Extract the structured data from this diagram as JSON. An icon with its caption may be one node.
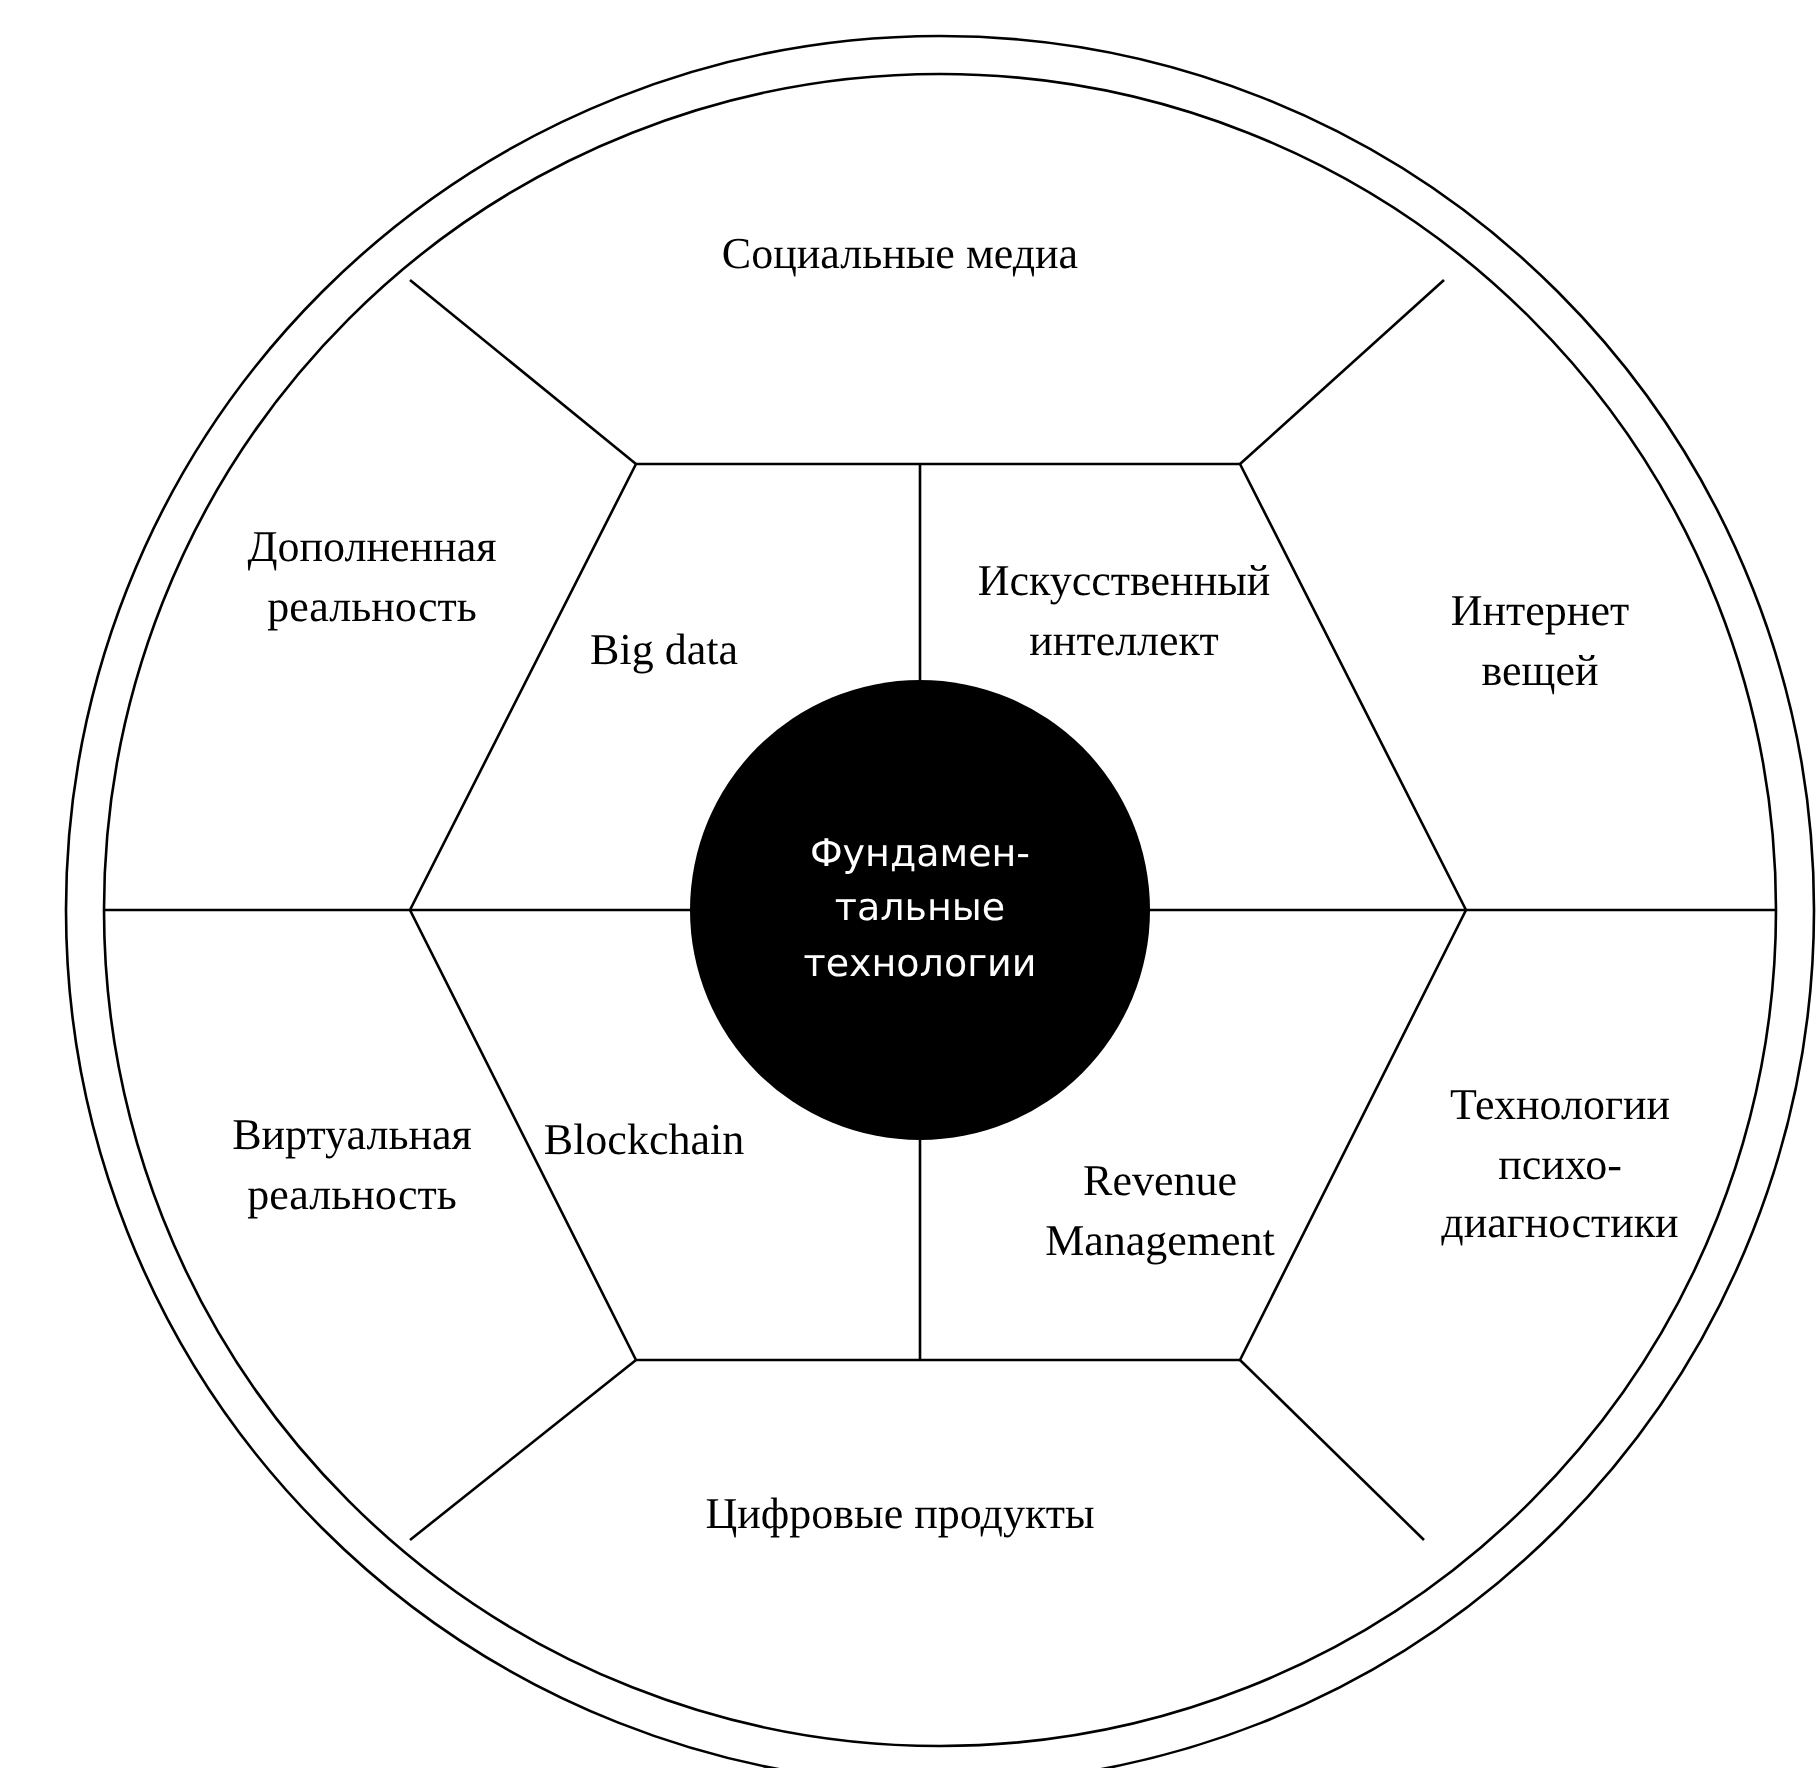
{
  "diagram": {
    "nodes": [
      {
        "text": [
          "Социальные медиа"
        ]
      },
      {
        "text": [
          "Дополненная реальность"
        ]
      },
      {
        "text": [
          "Big data"
        ]
      },
      {
        "text": [
          "Искусственный интеллект"
        ]
      },
      {
        "text": [
          "Интернет вещей"
        ]
      },
      {
        "text": [
          "Фундамен-тальные технологии"
        ]
      },
      {
        "text": [
          "Виртуальная реальность"
        ]
      },
      {
        "text": [
          "Blockchain"
        ]
      },
      {
        "text": [
          "Revenue Management"
        ]
      },
      {
        "text": [
          "Технологии психо-диагностики"
        ]
      },
      {
        "text": [
          "Цифровые продукты"
        ]
      }
    ]
  }
}
